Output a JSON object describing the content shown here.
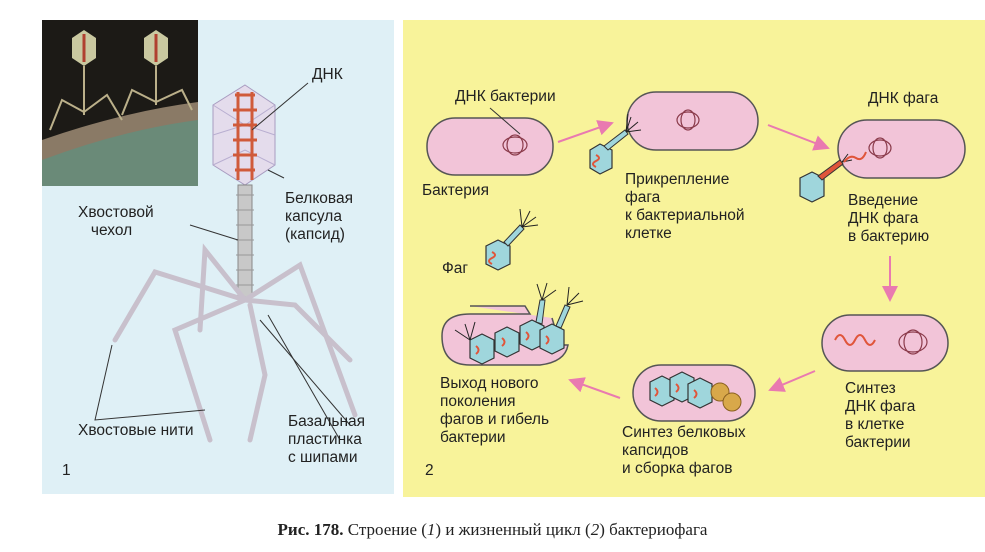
{
  "panel1": {
    "number": "1",
    "labels": {
      "dna": "ДНК",
      "capsid": "Белковая\nкапсула\n(капсид)",
      "tail_sheath": "Хвостовой\n   чехол",
      "tail_fibers": "Хвостовые нити",
      "base_plate": "Базальная\nпластинка\nс шипами"
    }
  },
  "panel2": {
    "number": "2",
    "labels": {
      "bacterial_dna": "ДНК бактерии",
      "bacterium": "Бактерия",
      "phage": "Фаг",
      "attachment": "Прикрепление\nфага\nк бактериальной\nклетке",
      "phage_dna": "ДНК фага",
      "injection": "Введение\nДНК фага\nв бактерию",
      "dna_synthesis": "Синтез\nДНК фага\nв клетке\nбактерии",
      "capsid_synthesis": "Синтез белковых\nкапсидов\nи сборка фагов",
      "release": "Выход нового\nпоколения\nфагов и гибель\nбактерии"
    }
  },
  "caption": {
    "prefix": "Рис. 178.",
    "text1": " Строение (",
    "n1": "1",
    "text2": ") и жизненный цикл (",
    "n2": "2",
    "text3": ") бактериофага"
  },
  "colors": {
    "left_bg": "#dff0f6",
    "right_bg": "#f8f39a",
    "cell": "#f2c4d8",
    "arrow": "#e97ab0",
    "capsid": "#9fd6dc",
    "dna": "#e0553a"
  }
}
